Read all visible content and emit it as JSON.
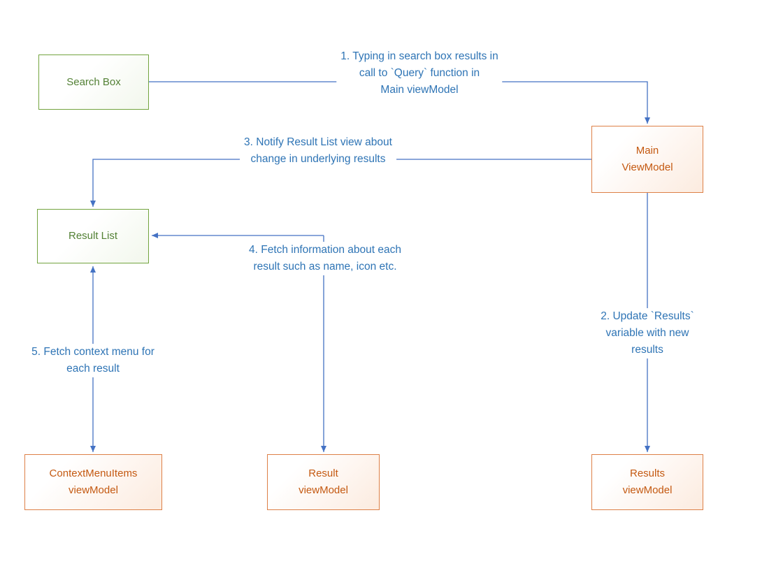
{
  "nodes": {
    "search_box": {
      "label": "Search Box"
    },
    "main_viewmodel": {
      "label": "Main\nViewModel"
    },
    "result_list": {
      "label": "Result List"
    },
    "contextmenuitems_viewmodel": {
      "label": "ContextMenuItems\nviewModel"
    },
    "result_viewmodel": {
      "label": "Result\nviewModel"
    },
    "results_viewmodel": {
      "label": "Results\nviewModel"
    }
  },
  "annotations": {
    "step1": "1. Typing in search box results in\ncall to `Query` function in\nMain viewModel",
    "step2": "2. Update `Results` variable with new\nresults",
    "step3": "3. Notify Result List view about\nchange in underlying results",
    "step4": "4. Fetch information about each\nresult such as name, icon etc.",
    "step5": "5. Fetch context menu for\neach result"
  },
  "colors": {
    "connector_blue": "#4472C4",
    "annotation_blue": "#2E74B5",
    "green_border": "#73A43F",
    "green_text": "#538135",
    "orange_border": "#DD8047",
    "orange_text": "#C45911"
  }
}
